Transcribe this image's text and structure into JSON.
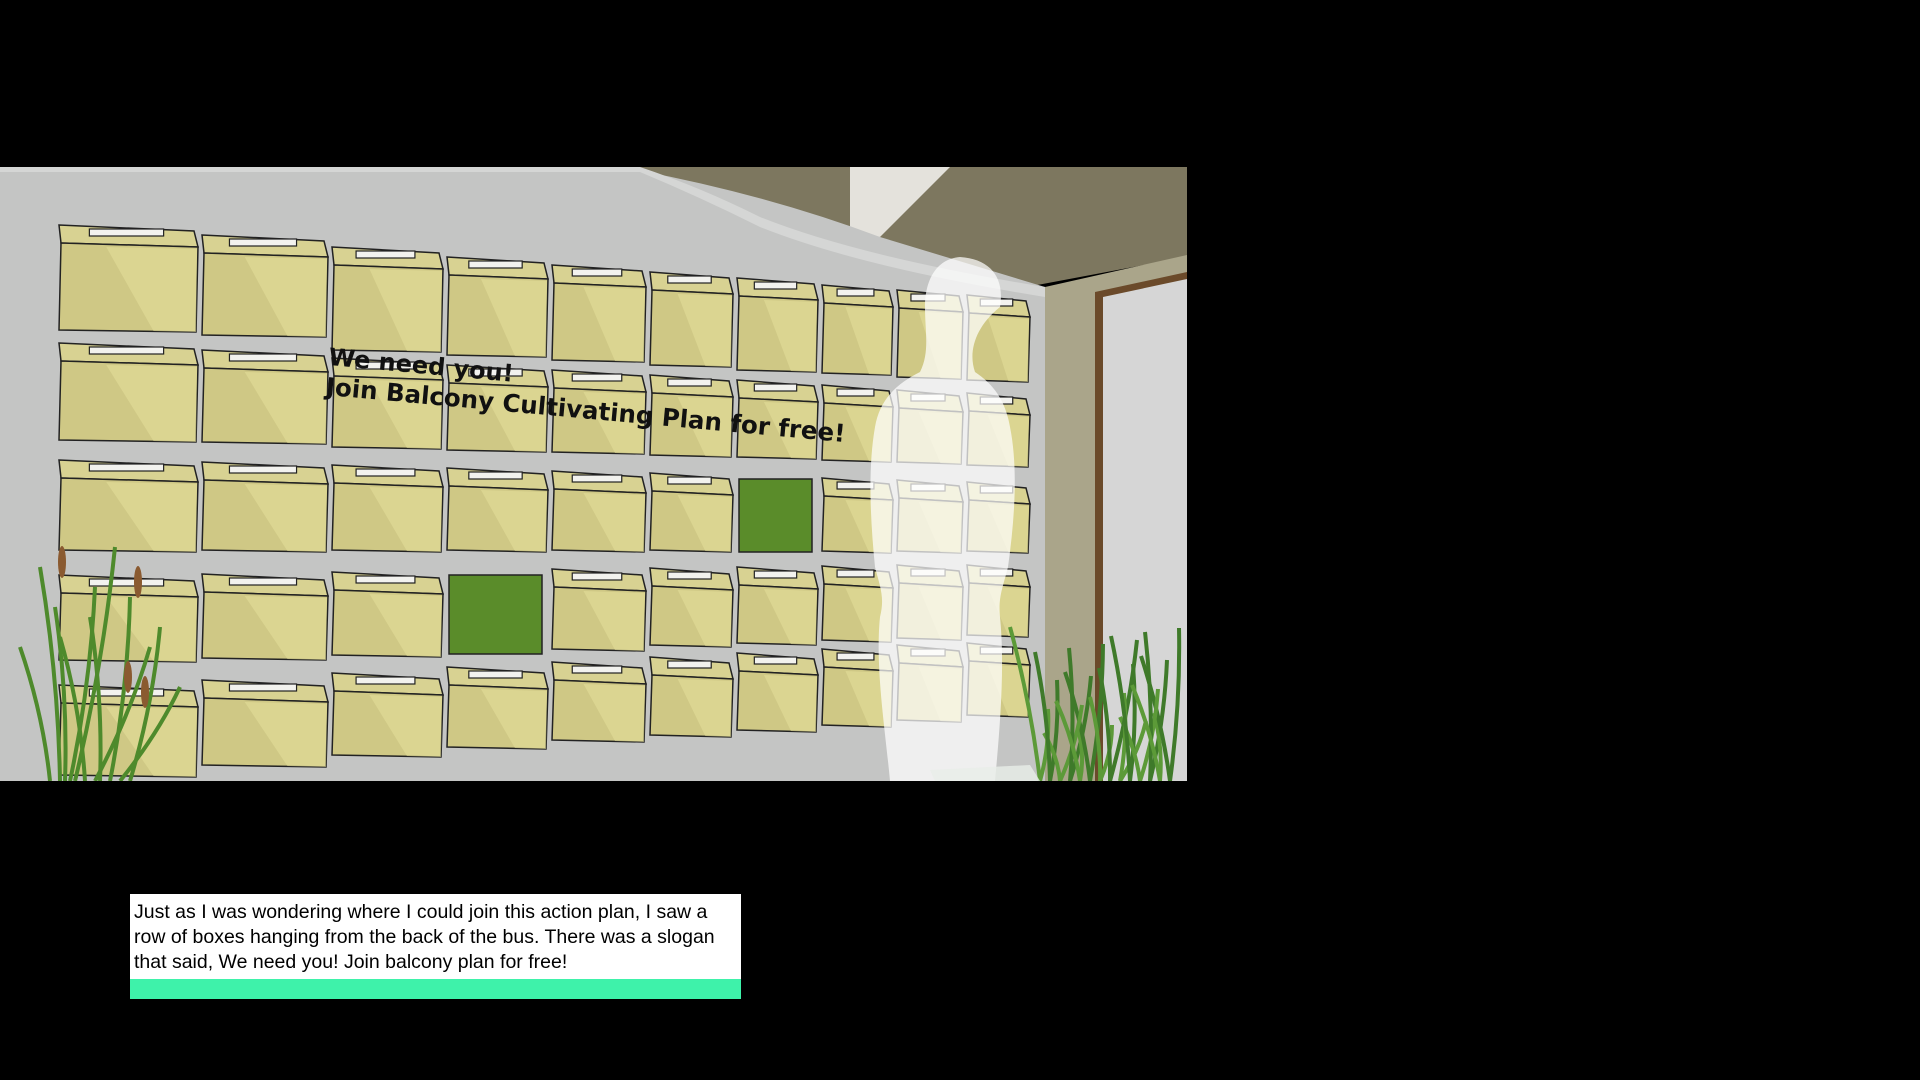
{
  "scene": {
    "slogan_line1": "We need you!",
    "slogan_line2": "Join Balcony Cultivating Plan for free!",
    "wall_color": "#c4c5c4",
    "ceiling_color": "#7a7560",
    "box_color": "#cfc885",
    "planted_color": "#5a8c2a",
    "planted_boxes": [
      {
        "row": 3,
        "col": 7
      },
      {
        "row": 4,
        "col": 4
      }
    ],
    "silhouette_icon": "person-silhouette",
    "plants_left_icon": "cattail-plant",
    "plants_right_icon": "grass-plant"
  },
  "dialogue": {
    "text": "Just as I was wondering where I could join this action plan, I saw a row of boxes hanging from the back of the bus. There was a slogan that said, We need you! Join balcony plan for free!",
    "bar_color": "#3ef2aa"
  }
}
